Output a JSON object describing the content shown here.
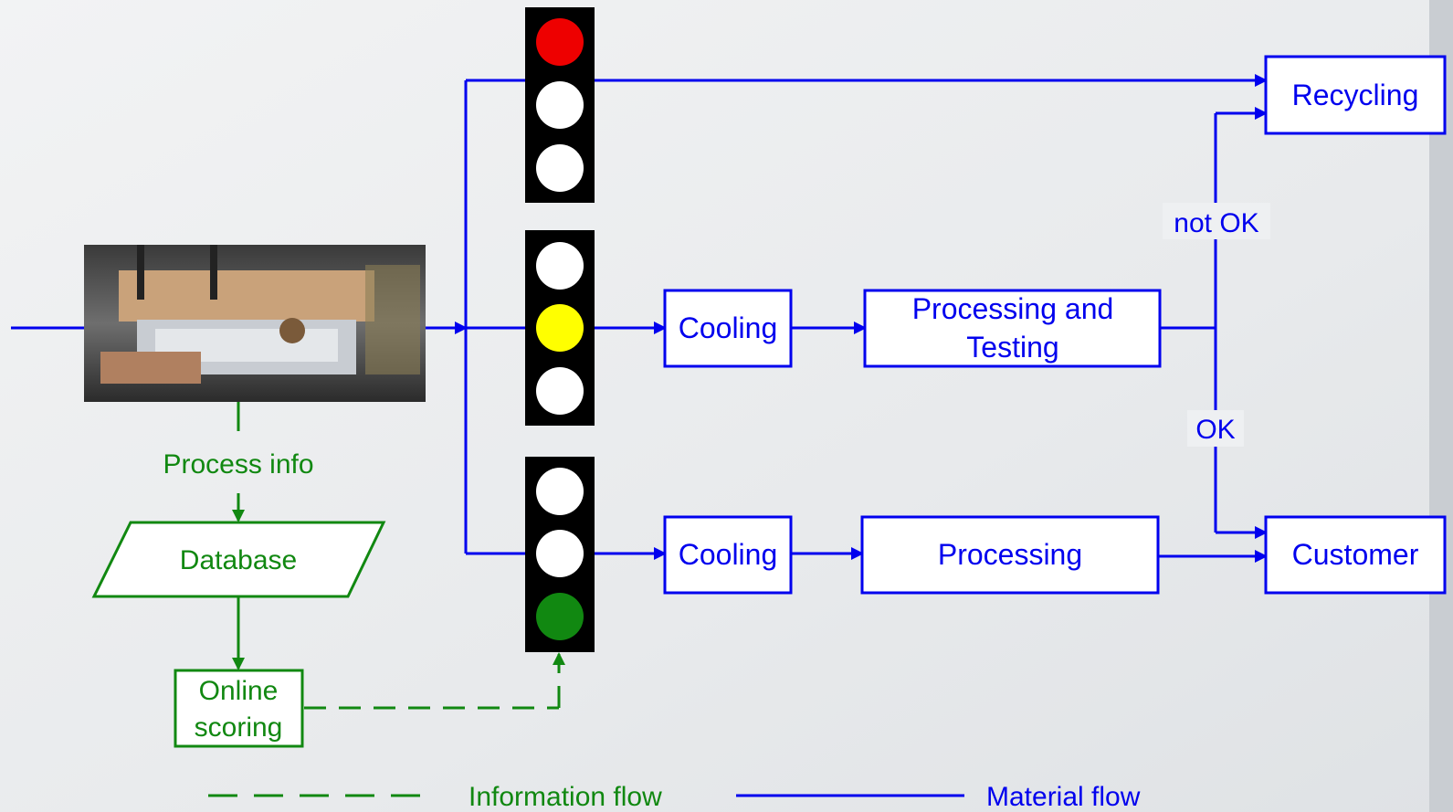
{
  "photo": {
    "caption": "engine block casting photo"
  },
  "nodes": {
    "database": "Database",
    "online_scoring_line1": "Online",
    "online_scoring_line2": "scoring",
    "cooling_top": "Cooling",
    "processing_testing_line1": "Processing and",
    "processing_testing_line2": "Testing",
    "cooling_bottom": "Cooling",
    "processing": "Processing",
    "recycling": "Recycling",
    "customer": "Customer"
  },
  "labels": {
    "process_info": "Process info",
    "not_ok": "not OK",
    "ok": "OK"
  },
  "traffic_lights": [
    {
      "lit": "red",
      "lamps": [
        "#ee0000",
        "#ffffff",
        "#ffffff"
      ]
    },
    {
      "lit": "yellow",
      "lamps": [
        "#ffffff",
        "#ffff00",
        "#ffffff"
      ]
    },
    {
      "lit": "green",
      "lamps": [
        "#ffffff",
        "#ffffff",
        "#118811"
      ]
    }
  ],
  "legend": {
    "information_flow": "Information flow",
    "material_flow": "Material flow"
  },
  "colors": {
    "material": "#0000ee",
    "information": "#118811",
    "light_housing": "#000000"
  }
}
